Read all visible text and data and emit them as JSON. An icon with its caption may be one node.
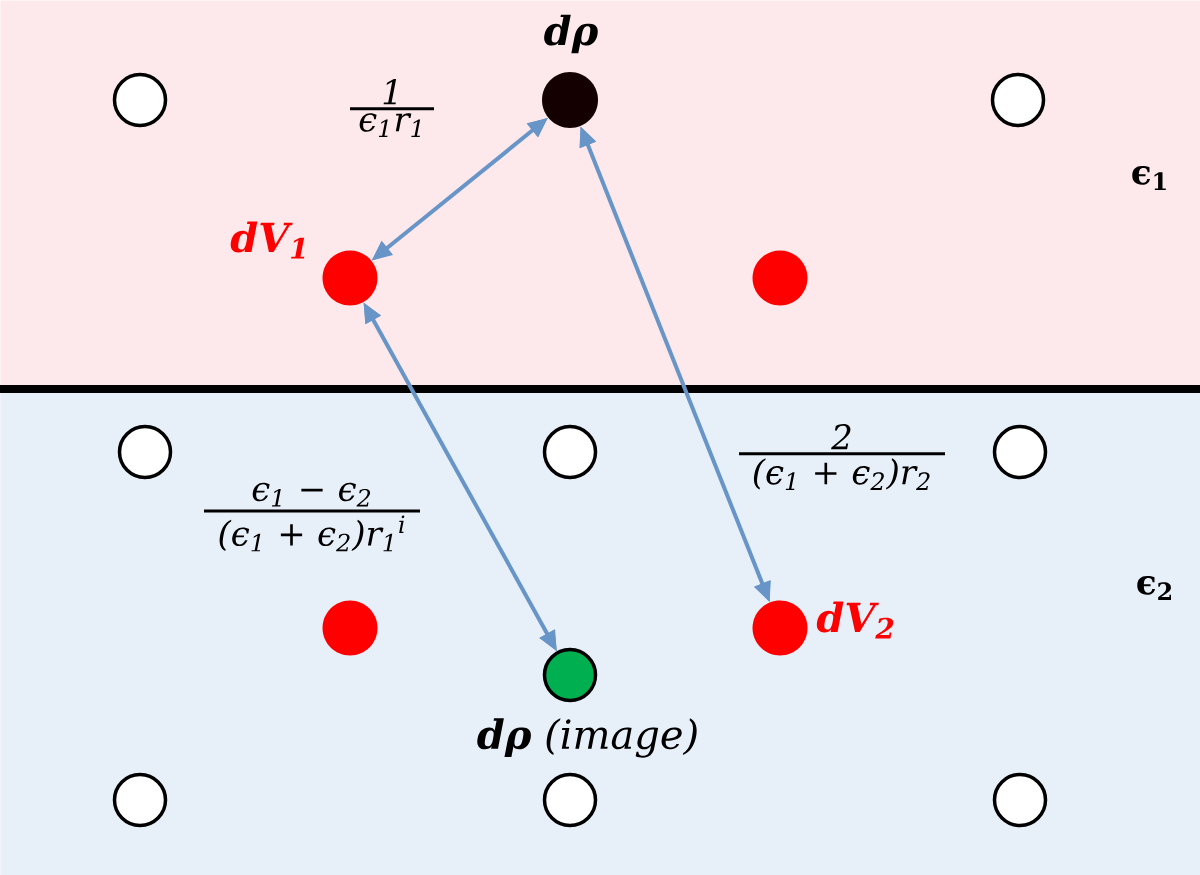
{
  "diagram": {
    "nodes": [
      {
        "text": [
          "ϵ$_{1}$"
        ]
      },
      {
        "text": [],
        "shape": "circle",
        "in": 0
      },
      {
        "text": [],
        "shape": "circle",
        "in": 0,
        "beside": [
          "dρ"
        ]
      },
      {
        "text": [],
        "shape": "circle",
        "in": 0
      },
      {
        "text": [],
        "shape": "circle",
        "in": 0,
        "beside": [
          "dV$_{1}$"
        ]
      },
      {
        "text": [],
        "shape": "circle",
        "in": 0
      },
      {
        "text": [
          "ϵ$_{2}$"
        ]
      },
      {
        "text": [],
        "shape": "circle",
        "in": 6
      },
      {
        "text": [],
        "shape": "circle",
        "in": 6
      },
      {
        "text": [],
        "shape": "circle",
        "in": 6
      },
      {
        "text": [],
        "shape": "circle",
        "in": 6
      },
      {
        "text": [],
        "shape": "circle",
        "in": 6,
        "beside": [
          "dV$_{2}$"
        ]
      },
      {
        "text": [],
        "shape": "circle",
        "in": 6,
        "beside": [
          "**dρ** (image)"
        ]
      },
      {
        "text": [],
        "shape": "circle",
        "in": 6
      },
      {
        "text": [],
        "shape": "circle",
        "in": 6
      },
      {
        "text": [],
        "shape": "circle",
        "in": 6
      }
    ],
    "edges": [
      {
        "from": 4,
        "to": 2,
        "arrow": "both",
        "label": "1 ϵ$_{1}$r$_{1}$"
      },
      {
        "from": 4,
        "to": 12,
        "arrow": "both",
        "label": "ϵ$_{1}$ − ϵ$_{2}$ (ϵ$_{1}$ + ϵ$_{2}$)r$_{1}$$^{i}$"
      },
      {
        "from": 2,
        "to": 11,
        "arrow": "both",
        "label": "2 (ϵ$_{1}$ + ϵ$_{2}$)r$_{2}$"
      }
    ]
  }
}
